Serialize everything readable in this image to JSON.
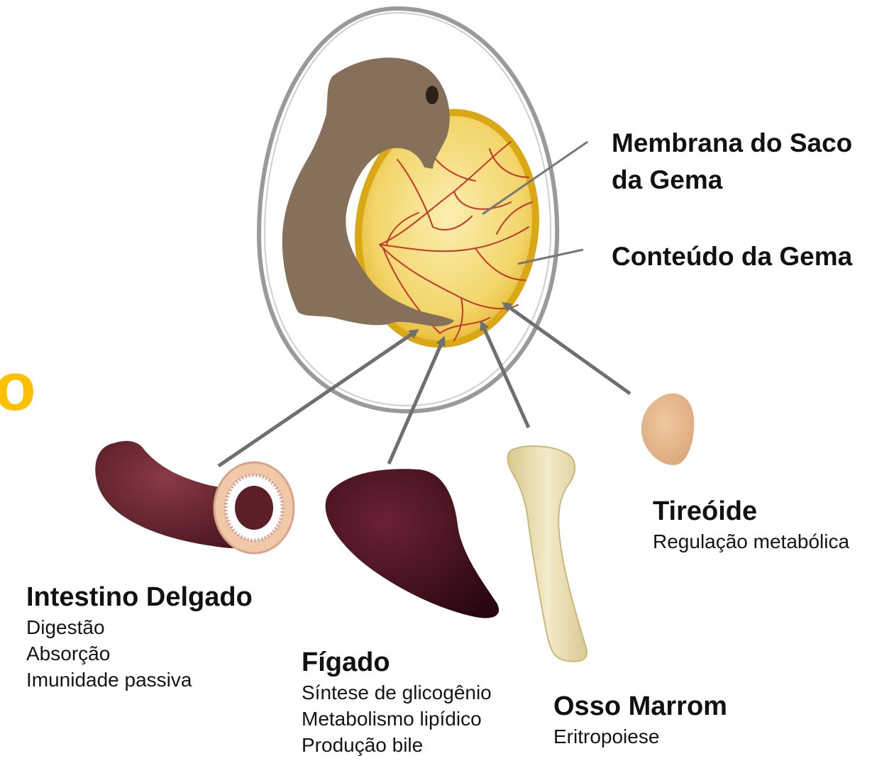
{
  "fragment": {
    "text": "o",
    "color": "#ffc000"
  },
  "yolk_labels": {
    "membrane_line1": "Membrana do Saco",
    "membrane_line2": "da Gema",
    "content": "Conteúdo da Gema"
  },
  "organs": {
    "intestine": {
      "title": "Intestino Delgado",
      "functions": [
        "Digestão",
        "Absorção",
        "Imunidade passiva"
      ]
    },
    "liver": {
      "title": "Fígado",
      "functions": [
        "Síntese de glicogênio",
        "Metabolismo lipídico",
        "Produção bile"
      ]
    },
    "bone": {
      "title": "Osso Marrom",
      "functions": [
        "Eritropoiese"
      ]
    },
    "thyroid": {
      "title": "Tireóide",
      "functions": [
        "Regulação metabólica"
      ]
    }
  },
  "colors": {
    "embryo": "#86705a",
    "yolk": "#f3d56a",
    "yolk_rim": "#d9a814",
    "vessels": "#c0392b",
    "arrow": "#6f6f6f",
    "intestine": "#5c1f28",
    "liver": "#3e0f1a",
    "bone": "#ede2b4",
    "thyroid": "#e8b78a"
  }
}
